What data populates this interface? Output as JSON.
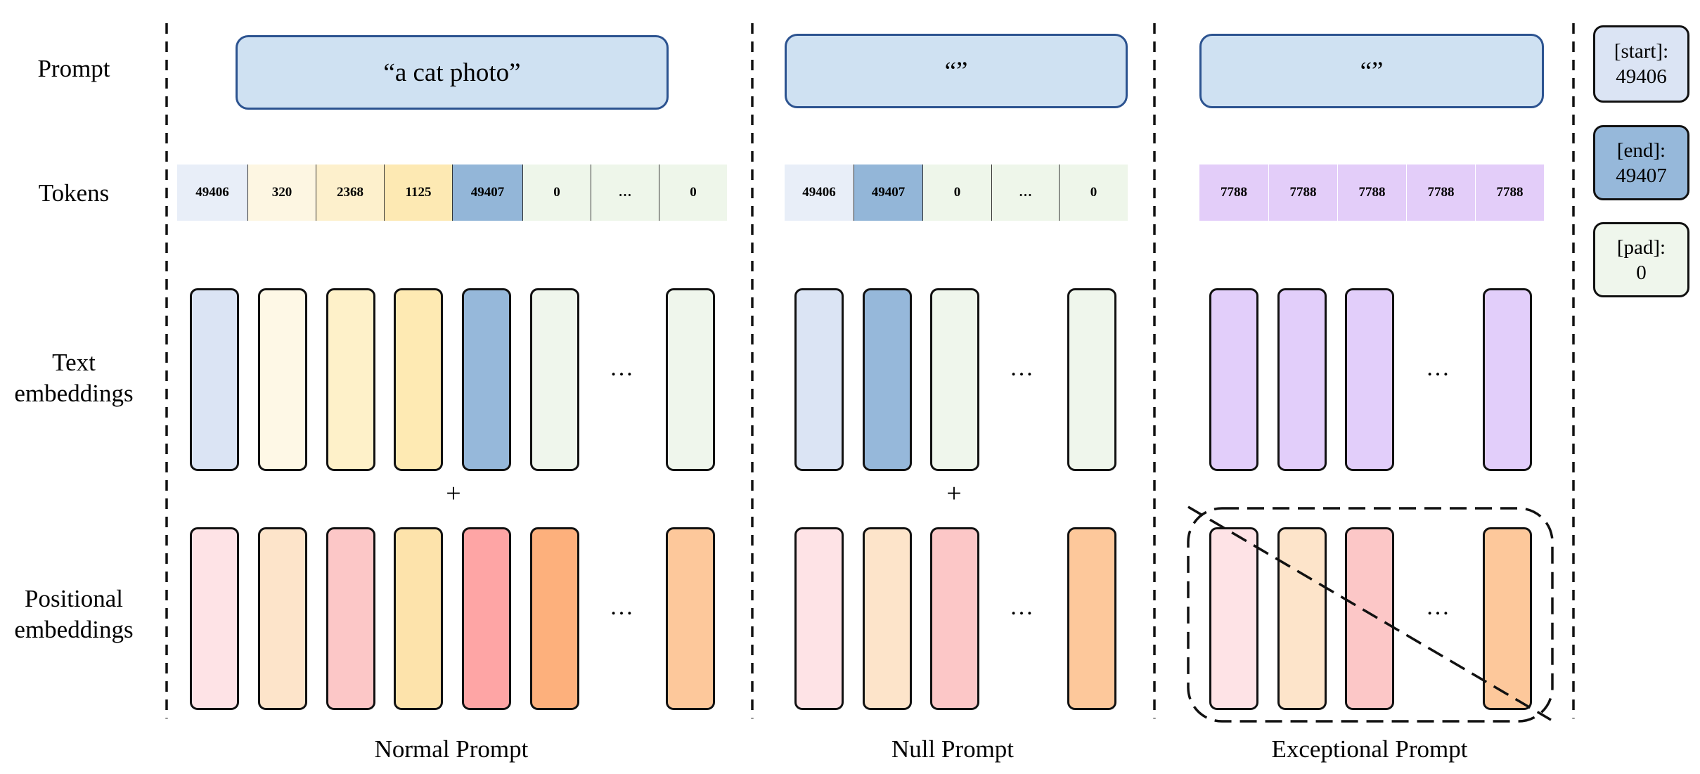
{
  "row_labels": {
    "prompt": "Prompt",
    "tokens": "Tokens",
    "text_emb_1": "Text",
    "text_emb_2": "embeddings",
    "pos_emb_1": "Positional",
    "pos_emb_2": "embeddings"
  },
  "symbols": {
    "ellipsis": "…",
    "plus": "+"
  },
  "columns": [
    {
      "caption": "Normal Prompt",
      "prompt": "“a cat photo”",
      "tokens": [
        {
          "text": "49406",
          "color": "#e8eef8"
        },
        {
          "text": "320",
          "color": "#fdf6e2"
        },
        {
          "text": "2368",
          "color": "#fdf0cc"
        },
        {
          "text": "1125",
          "color": "#fde9b3"
        },
        {
          "text": "49407",
          "color": "#93b6d8"
        },
        {
          "text": "0",
          "color": "#eef6ea"
        },
        {
          "text": "…",
          "color": "#eef6ea"
        },
        {
          "text": "0",
          "color": "#eef6ea"
        }
      ],
      "text_embeddings": [
        "#dbe4f4",
        "#fef8e6",
        "#fef1c9",
        "#feeab3",
        "#96b8da",
        "#eff6ec",
        "#eff6ec"
      ],
      "positional_embeddings": [
        "#fee3e6",
        "#fde4ca",
        "#fcc7c7",
        "#fde3ab",
        "#fea5a5",
        "#fdb07c",
        "#fdc89b"
      ],
      "show_plus": true,
      "crossed": false
    },
    {
      "caption": "Null Prompt",
      "prompt": "“”",
      "tokens": [
        {
          "text": "49406",
          "color": "#e8eef8"
        },
        {
          "text": "49407",
          "color": "#93b6d8"
        },
        {
          "text": "0",
          "color": "#eef6ea"
        },
        {
          "text": "…",
          "color": "#eef6ea"
        },
        {
          "text": "0",
          "color": "#eef6ea"
        }
      ],
      "text_embeddings": [
        "#dbe4f4",
        "#96b8da",
        "#eff6ec",
        "#eff6ec"
      ],
      "positional_embeddings": [
        "#fee3e6",
        "#fde4ca",
        "#fcc7c7",
        "#fdc89b"
      ],
      "show_plus": true,
      "crossed": false
    },
    {
      "caption": "Exceptional Prompt",
      "prompt": "“”",
      "tokens": [
        {
          "text": "7788",
          "color": "#e3cdf9"
        },
        {
          "text": "7788",
          "color": "#e3cdf9"
        },
        {
          "text": "7788",
          "color": "#e3cdf9"
        },
        {
          "text": "7788",
          "color": "#e3cdf9"
        },
        {
          "text": "7788",
          "color": "#e3cdf9"
        }
      ],
      "text_embeddings": [
        "#e2cefa",
        "#e2cefa",
        "#e2cefa",
        "#e2cefa"
      ],
      "positional_embeddings": [
        "#fee3e6",
        "#fde4ca",
        "#fcc7c7",
        "#fdc89b"
      ],
      "show_plus": false,
      "crossed": true
    }
  ],
  "legend": [
    {
      "label": "[start]:",
      "value": "49406",
      "color": "#dbe4f4"
    },
    {
      "label": "[end]:",
      "value": "49407",
      "color": "#96b8da"
    },
    {
      "label": "[pad]:",
      "value": "0",
      "color": "#eff6ec"
    }
  ]
}
